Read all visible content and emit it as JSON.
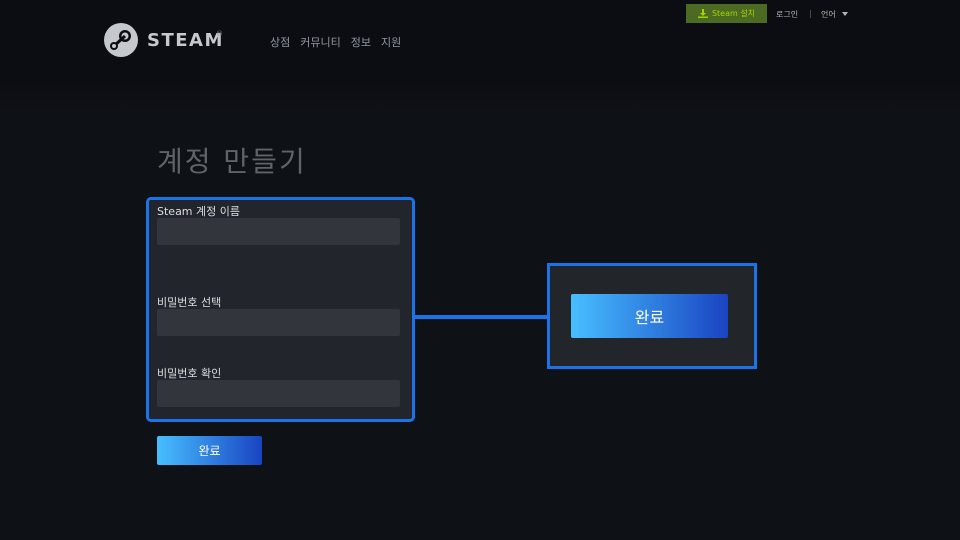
{
  "header": {
    "logo_text": "STEAM",
    "logo_reg": "®",
    "nav": [
      "상점",
      "커뮤니티",
      "정보",
      "지원"
    ],
    "install_label": "Steam 설치",
    "login_label": "로그인",
    "separator": "|",
    "language_label": "언어"
  },
  "form": {
    "title": "계정 만들기",
    "account_name_label": "Steam 계정 이름",
    "account_name_value": "",
    "password_label": "비밀번호 선택",
    "password_value": "",
    "confirm_label": "비밀번호 확인",
    "confirm_value": "",
    "submit_label": "완료"
  },
  "callout": {
    "submit_label": "완료"
  },
  "colors": {
    "highlight": "#1a73e8",
    "button_start": "#47bfff",
    "button_end": "#1a44c2",
    "install_bg": "#4c6b22"
  }
}
